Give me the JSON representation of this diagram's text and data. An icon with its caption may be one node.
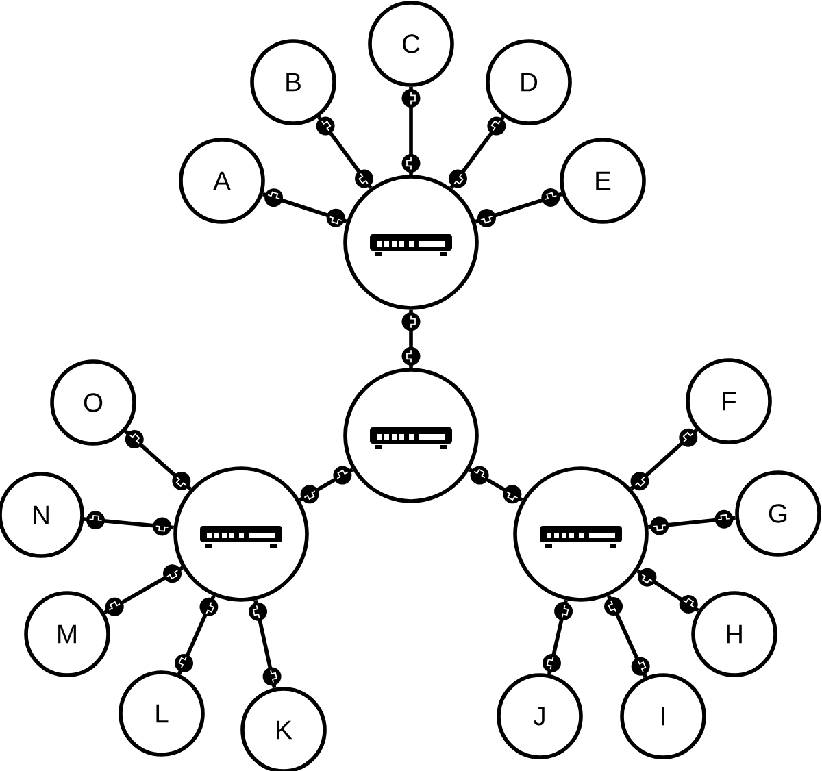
{
  "diagram": {
    "nodes": [
      {
        "text": [],
        "shape": "circle"
      },
      {
        "text": [],
        "shape": "circle"
      },
      {
        "text": [],
        "shape": "circle"
      },
      {
        "text": [],
        "shape": "circle"
      },
      {
        "text": [
          "A"
        ]
      },
      {
        "text": [
          "B"
        ]
      },
      {
        "text": [
          "C"
        ]
      },
      {
        "text": [
          "D"
        ]
      },
      {
        "text": [
          "E"
        ]
      },
      {
        "text": [
          "F"
        ]
      },
      {
        "text": [
          "G"
        ]
      },
      {
        "text": [
          "H"
        ]
      },
      {
        "text": [
          "I"
        ]
      },
      {
        "text": [
          "J"
        ]
      },
      {
        "text": [
          "K"
        ]
      },
      {
        "text": [
          "L"
        ]
      },
      {
        "text": [
          "M"
        ]
      },
      {
        "text": [
          "N"
        ]
      },
      {
        "text": [
          "O"
        ]
      }
    ],
    "edges": [
      {
        "from": 0,
        "to": 1,
        "arrow": "other"
      },
      {
        "from": 1,
        "to": 2,
        "arrow": "other"
      },
      {
        "from": 1,
        "to": 3,
        "arrow": "other"
      },
      {
        "from": 4,
        "to": 0,
        "arrow": "other"
      },
      {
        "from": 5,
        "to": 0,
        "arrow": "other"
      },
      {
        "from": 6,
        "to": 0,
        "arrow": "other"
      },
      {
        "from": 7,
        "to": 0,
        "arrow": "other"
      },
      {
        "from": 8,
        "to": 0,
        "arrow": "other"
      },
      {
        "from": 9,
        "to": 3,
        "arrow": "other"
      },
      {
        "from": 10,
        "to": 3,
        "arrow": "other"
      },
      {
        "from": 11,
        "to": 3,
        "arrow": "other"
      },
      {
        "from": 12,
        "to": 3,
        "arrow": "other"
      },
      {
        "from": 13,
        "to": 3,
        "arrow": "other"
      },
      {
        "from": 14,
        "to": 2,
        "arrow": "other"
      },
      {
        "from": 15,
        "to": 2,
        "arrow": "other"
      },
      {
        "from": 16,
        "to": 2,
        "arrow": "other"
      },
      {
        "from": 17,
        "to": 2,
        "arrow": "other"
      },
      {
        "from": 18,
        "to": 2,
        "arrow": "other"
      }
    ]
  }
}
